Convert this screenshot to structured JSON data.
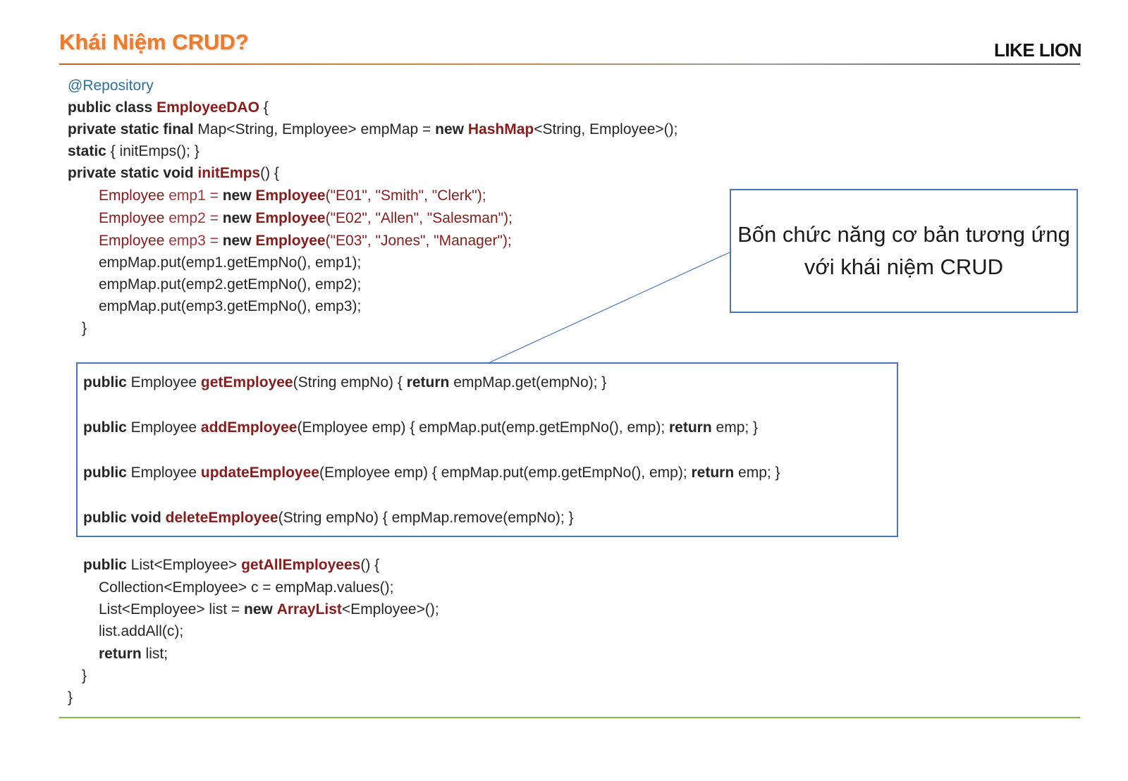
{
  "header": {
    "title": "Khái Niệm CRUD?",
    "logo": "LIKE LION"
  },
  "callout": {
    "text": "Bốn chức năng cơ bản tương ứng với khái niệm CRUD"
  },
  "code": {
    "l1": "@Repository",
    "l2_kw": "public class ",
    "l2_name": "EmployeeDAO",
    "l2_rest": " {",
    "l3_kw": "private static final",
    "l3_a": " Map<String, Employee> empMap = ",
    "l3_new": "new",
    "l3_sp": " ",
    "l3_name": "HashMap",
    "l3_rest": "<String, Employee>();",
    "l4_kw": "static",
    "l4_rest": " { initEmps(); }",
    "l5_kw": "private static void ",
    "l5_name": "initEmps",
    "l5_rest": "() {",
    "l6_t": "Employee ",
    "l6_v": "emp1",
    "l6_eq": " = ",
    "l6_new": "new",
    "l6_sp": " ",
    "l6_name": "Employee",
    "l6_args": "(\"E01\", \"Smith\", \"Clerk\");",
    "l7_t": "Employee ",
    "l7_v": "emp2",
    "l7_eq": " = ",
    "l7_new": "new",
    "l7_sp": " ",
    "l7_name": "Employee",
    "l7_args": "(\"E02\", \"Allen\", \"Salesman\");",
    "l8_t": "Employee ",
    "l8_v": "emp3",
    "l8_eq": " = ",
    "l8_new": "new",
    "l8_sp": " ",
    "l8_name": "Employee",
    "l8_args": "(\"E03\", \"Jones\", \"Manager\");",
    "l9": "empMap.put(emp1.getEmpNo(), emp1);",
    "l10": "empMap.put(emp2.getEmpNo(), emp2);",
    "l11": "empMap.put(emp3.getEmpNo(), emp3);",
    "l12": "}",
    "m1_kw": "public",
    "m1_a": " Employee ",
    "m1_name": "getEmployee",
    "m1_b": "(String empNo) { ",
    "m1_ret": "return",
    "m1_c": " empMap.get(empNo); }",
    "m2_kw": "public",
    "m2_a": " Employee ",
    "m2_name": "addEmployee",
    "m2_b": "(Employee emp) { empMap.put(emp.getEmpNo(), emp); ",
    "m2_ret": "return",
    "m2_c": " emp; }",
    "m3_kw": "public",
    "m3_a": " Employee ",
    "m3_name": "updateEmployee",
    "m3_b": "(Employee emp) { empMap.put(emp.getEmpNo(), emp); ",
    "m3_ret": "return",
    "m3_c": " emp; }",
    "m4_kw": "public void ",
    "m4_name": "deleteEmployee",
    "m4_b": "(String empNo) { empMap.remove(empNo); }",
    "g1_kw": "public",
    "g1_a": " List<Employee> ",
    "g1_name": "getAllEmployees",
    "g1_b": "() {",
    "g2": "Collection<Employee> c = empMap.values();",
    "g3_a": "List<Employee> list = ",
    "g3_new": "new",
    "g3_sp": " ",
    "g3_name": "ArrayList",
    "g3_rest": "<Employee>();",
    "g4": "list.addAll(c);",
    "g5_kw": "return",
    "g5_rest": " list;",
    "g6": "}",
    "g7": "}"
  },
  "colors": {
    "title": "#ec7b2c",
    "method_name": "#8b1a1a",
    "annotation": "#2b6fa3",
    "box_border": "#4a76b8",
    "bottom_rule": "#7ac143"
  }
}
